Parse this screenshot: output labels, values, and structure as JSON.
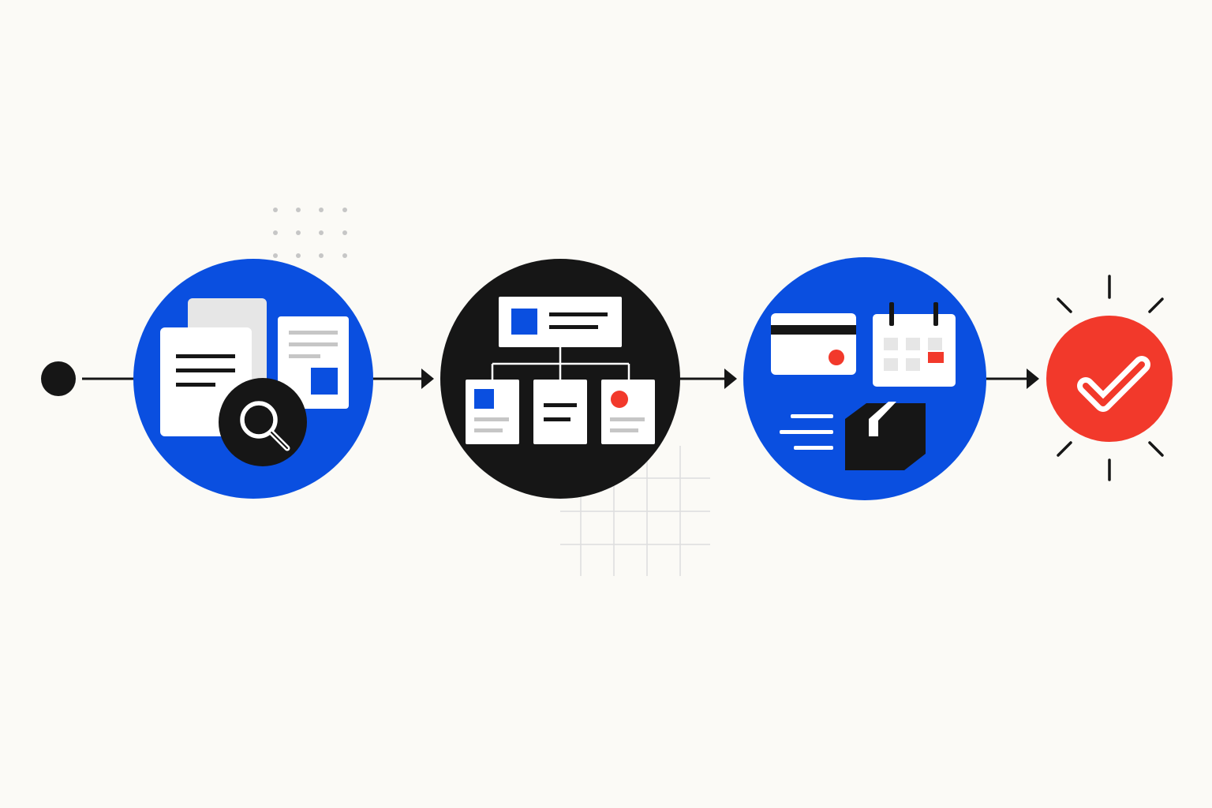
{
  "colors": {
    "background": "#fbfaf6",
    "blue": "#0a4fe0",
    "black": "#161616",
    "red": "#f2392b",
    "white": "#ffffff",
    "light_gray": "#e6e6e6",
    "mid_gray": "#c6c6c6",
    "grid_gray": "#dddddd"
  },
  "flow": {
    "start": {
      "icon": "start-dot"
    },
    "steps": [
      {
        "id": "step-1",
        "icon": "document-search-icon",
        "fill": "blue"
      },
      {
        "id": "step-2",
        "icon": "hierarchy-icon",
        "fill": "black"
      },
      {
        "id": "step-3",
        "icon": "payment-calendar-package-icon",
        "fill": "blue"
      },
      {
        "id": "step-4",
        "icon": "check-icon",
        "fill": "red"
      }
    ],
    "connectors": [
      "start-to-step-1",
      "step-1-to-step-2",
      "step-2-to-step-3",
      "step-3-to-step-4"
    ]
  }
}
